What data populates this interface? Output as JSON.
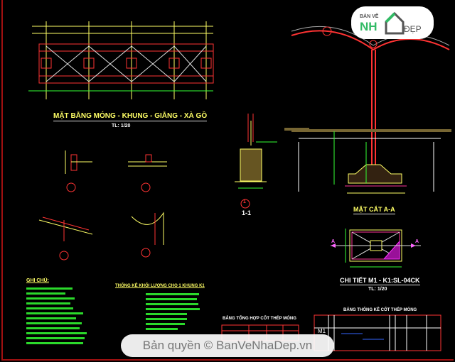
{
  "drawing": {
    "plan_title": "MẶT BẰNG MÓNG - KHUNG - GIẰNG - XÀ GỒ",
    "plan_scale": "TL: 1/20",
    "section_label": "1-1",
    "detail_marker": "1",
    "section_title": "MẶT CẮT A-A",
    "section_marker": "A",
    "detail_title": "CHI TIẾT M1 - K1:SL-04CK",
    "detail_scale": "TL: 1/20",
    "notes_title": "GHI CHÚ:",
    "quantity_title": "THỐNG KÊ KHỐI LƯỢNG CHO 1 KHUNG K1",
    "summary_table_title": "BẢNG TỔNG HỢP CỐT THÉP MÓNG",
    "rebar_table_title": "BẢNG THỐNG KÊ CỐT THÉP MÓNG",
    "rebar_table_row_label": "M1"
  },
  "logo": {
    "line1": "BẢN VẼ",
    "line2": "NH",
    "line3": "ĐẸP"
  },
  "watermark": "Bản quyền © BanVeNhaDep.vn",
  "colors": {
    "frame": "#a01010",
    "dim": "#ffff66",
    "rebar": "#33ff33",
    "member": "#ff3333"
  }
}
